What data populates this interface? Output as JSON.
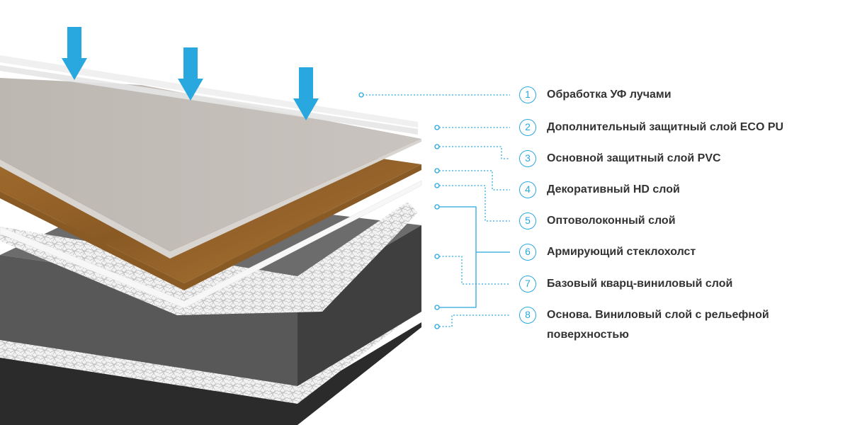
{
  "colors": {
    "accent": "#29a8df",
    "text": "#333333"
  },
  "layers": [
    {
      "number": "1",
      "label": "Обработка УФ лучами"
    },
    {
      "number": "2",
      "label": "Дополнительный защитный слой ECO PU"
    },
    {
      "number": "3",
      "label": "Основной защитный слой PVC"
    },
    {
      "number": "4",
      "label": "Декоративный HD слой"
    },
    {
      "number": "5",
      "label": "Оптоволоконный слой"
    },
    {
      "number": "6",
      "label": "Армирующий стеклохолст"
    },
    {
      "number": "7",
      "label": "Базовый кварц-виниловый слой"
    },
    {
      "number": "8",
      "label": "Основа. Виниловый слой с рельефной поверхностью"
    }
  ]
}
